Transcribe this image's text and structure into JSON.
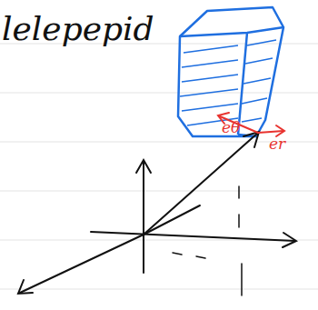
{
  "diagram": {
    "labels": [
      "lelepepid",
      "eθ",
      "er"
    ]
  }
}
